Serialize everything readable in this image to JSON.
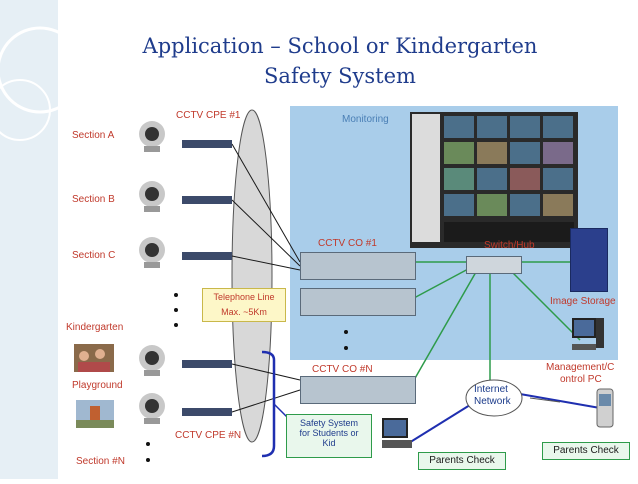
{
  "title_line1": "Application – School or Kindergarten",
  "title_line2": "Safety System",
  "labels": {
    "cctv_cpe_1": "CCTV CPE #1",
    "cctv_cpe_n": "CCTV CPE #N",
    "monitoring": "Monitoring",
    "section_a": "Section A",
    "section_b": "Section B",
    "section_c": "Section C",
    "kindergarten": "Kindergarten",
    "playground": "Playground",
    "section_n": "Section #N",
    "telephone_line": "Telephone Line",
    "max": "Max. ~5Km",
    "cctv_co_1": "CCTV CO #1",
    "cctv_co_n": "CCTV CO #N",
    "switch_hub": "Switch/Hub",
    "image_storage": "Image Storage",
    "management_line1": "Management/C",
    "management_line2": "ontrol PC",
    "internet_line1": "Internet",
    "internet_line2": "Network",
    "safety_line1": "Safety System",
    "safety_line2": "for Students or",
    "safety_line3": "Kid",
    "parents_check_1": "Parents Check",
    "parents_check_2": "Parents Check"
  },
  "colors": {
    "title": "#1f3c8c",
    "label_red": "#c0392b",
    "monitor_bg": "#a9cdea",
    "link_blue": "#1f2fb0",
    "link_green": "#2e9b4a"
  }
}
